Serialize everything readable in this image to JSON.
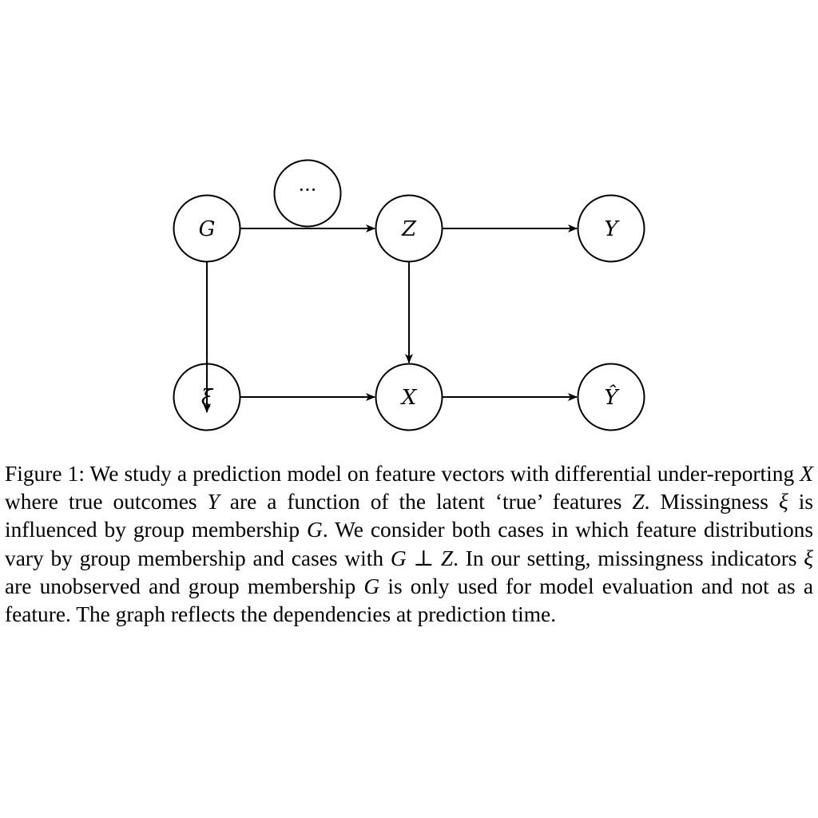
{
  "diagram": {
    "nodes": {
      "G": "G",
      "Z": "Z",
      "Y": "Y",
      "dots": "···",
      "xi": "ξ",
      "X": "X",
      "Yhat": "Ŷ"
    },
    "edges": [
      {
        "from": "G",
        "to": "Z"
      },
      {
        "from": "Z",
        "to": "Y"
      },
      {
        "from": "Z",
        "to": "X"
      },
      {
        "from": "G",
        "to": "xi"
      },
      {
        "from": "xi",
        "to": "X"
      },
      {
        "from": "X",
        "to": "Yhat"
      }
    ]
  },
  "caption": {
    "label": "Figure 1:",
    "t1": " We study a prediction model on feature vectors with differential under-reporting ",
    "m1": "X",
    "t2": " where true outcomes ",
    "m2": "Y",
    "t3": " are a function of the latent ‘true’ features ",
    "m3": "Z",
    "t4": ". Missingness ",
    "m4": "ξ",
    "t5": " is influenced by group membership ",
    "m5": "G",
    "t6": ". We consider both cases in which feature distributions vary by group membership and cases with ",
    "m6a": "G",
    "m6b": " ⊥ ",
    "m6c": "Z",
    "t7": ". In our setting, missingness indicators ",
    "m7": "ξ",
    "t8": " are unobserved and group membership ",
    "m8": "G",
    "t9": " is only used for model evaluation and not as a feature. The graph reflects the dependencies at prediction time."
  }
}
